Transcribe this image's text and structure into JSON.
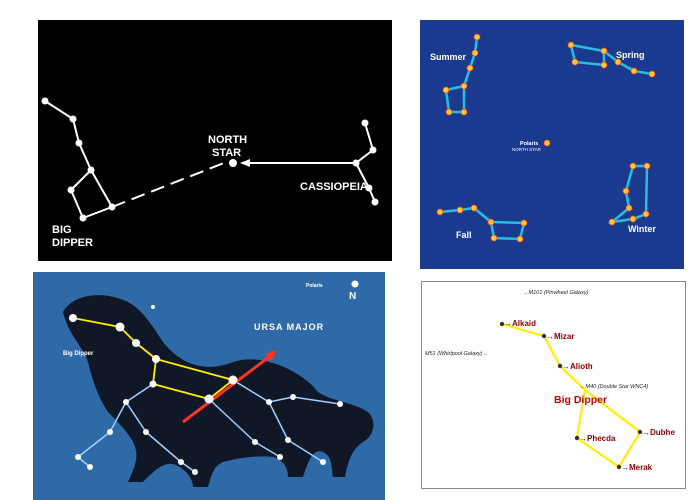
{
  "panel_top_left": {
    "north_star": [
      "NORTH",
      "STAR"
    ],
    "big_dipper": [
      "BIG",
      "DIPPER"
    ],
    "cassiopeia": "CASSIOPEIA"
  },
  "panel_top_right": {
    "summer": "Summer",
    "spring": "Spring",
    "fall": "Fall",
    "winter": "Winter",
    "polaris": "Polaris",
    "north_star": "NORTH STAR"
  },
  "panel_bottom_left": {
    "title": "URSA MAJOR",
    "big_dipper": "Big Dipper",
    "polaris": "Polaris",
    "north": "N"
  },
  "panel_bottom_right": {
    "m101": "→M101 (Pinwheel Galaxy)",
    "m51": "M51 (Whirlpool Galaxy)←",
    "m40": "←M40 (Double Star WNC4)",
    "big_dipper": "Big Dipper",
    "alkaid": "→Alkaid",
    "mizar": "→Mizar",
    "alioth": "→Alioth",
    "dubhe": "→Dubhe",
    "phecda": "→Phecda",
    "merak": "→Merak"
  },
  "colors": {
    "black_panel": "#000000",
    "blue_panel": "#1a3a8f",
    "ursa_panel": "#2e6aa8",
    "line_cyan": "#27c0e0",
    "line_yellow": "#ffee00",
    "star_red": "#8b0000"
  }
}
